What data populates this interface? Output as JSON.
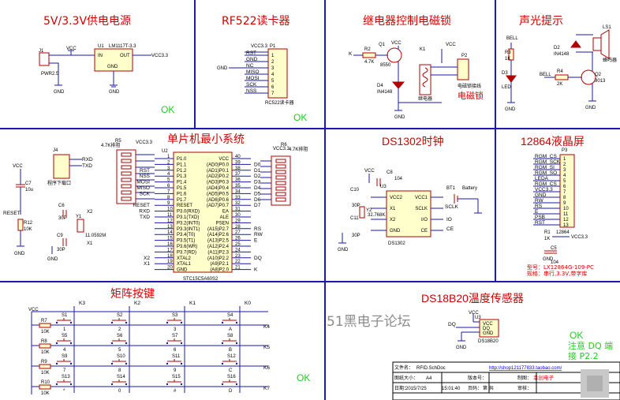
{
  "sections": {
    "power": {
      "title": "5V/3.3V供电电源",
      "ok": "OK"
    },
    "rf522": {
      "title": "RF522读卡器",
      "ok": "OK"
    },
    "relay": {
      "title": "继电器控制电磁锁",
      "lock_label": "电磁锁"
    },
    "sound_light": {
      "title": "声光提示"
    },
    "mcu": {
      "title": "单片机最小系统"
    },
    "ds1302": {
      "title": "DS1302时钟"
    },
    "lcd": {
      "title": "12864液晶屏",
      "note1": "型号：LX12864G-109-PC",
      "note2": "规格：串行,3.3V,带字库"
    },
    "keypad": {
      "title": "矩阵按键",
      "ok": "OK"
    },
    "ds18b20": {
      "title": "DS18B20温度传感器",
      "ok": "OK",
      "note": "注意 DQ 端",
      "note2": "接 P2.2"
    }
  },
  "labels": {
    "vcc": "VCC",
    "gnd": "GND",
    "vcc33": "VCC3.3",
    "u1": "U1",
    "u1_part": "LM1117T-3.3",
    "u1_in": "IN",
    "u1_out": "OUT",
    "u1_gnd": "GND",
    "j1": "J1",
    "j1_part": "PWR2.5",
    "p1": "P1",
    "p1_part": "RC522读卡器",
    "p1_pins": [
      "RST",
      "GND",
      "NC",
      "MISO",
      "MOSI",
      "SCK",
      "NSS"
    ],
    "k": "K",
    "r2": "R2",
    "r2v": "4.7K",
    "q1": "Q1",
    "q1p": "8550",
    "k1": "K1",
    "d4": "D4",
    "d4p": "IN4148",
    "relay_part": "继电器",
    "p2": "P2",
    "p2_part": "电磁锁接线",
    "bell": "BELL",
    "r3": "R3",
    "r3v": "1K",
    "d3": "D3",
    "led": "LED",
    "r4": "R4",
    "r4v": "2K",
    "q2": "Q2",
    "q2p": "9013",
    "d2": "D2",
    "d2p": "IN4148",
    "ls1": "LS1",
    "buzzer": "蜂鸣器",
    "j4": "J4",
    "j4_part": "程序下载口",
    "txd": "TXD",
    "rxd": "RXD",
    "c7": "C7",
    "c7v": "10u",
    "reset": "RESET",
    "r12": "R12",
    "r12v": "10K",
    "c6": "C6",
    "c6v": "30P",
    "c9": "C9",
    "c9v": "30P",
    "y1": "Y1",
    "y1v": "11.0592M",
    "x1": "X1",
    "x2": "X2",
    "r5": "R5",
    "r5v": "4.7K排阻",
    "r6": "R6",
    "r6v": "4.7K排阻",
    "u2": "U2",
    "u2_part": "STC15C5A60S2",
    "u2_left": [
      "P1.0",
      "P1.1",
      "P1.2",
      "P1.3",
      "P1.4",
      "P1.5",
      "P1.6",
      "P1.7",
      "RESET",
      "P3.0(RXD)",
      "P3.1(TXD)",
      "P3.2(INT0)",
      "P3.3(INT1)",
      "P3.4(T0)",
      "P3.5(T1)",
      "P3.6(WR)",
      "P3.7(RD)",
      "XTAL2",
      "XTAL1",
      "GND"
    ],
    "u2_right": [
      "VCC",
      "(AD0)P0.0",
      "(AD1)P0.1",
      "(AD2)P0.2",
      "(AD3)P0.3",
      "(AD4)P0.4",
      "(AD5)P0.5",
      "(AD6)P0.6",
      "(AD7)P0.7",
      "EA",
      "ALE",
      "PSEN",
      "(A15)P2.7",
      "(A14)P2.6",
      "(A13)P2.5",
      "(A12)P2.4",
      "(A11)P2.3",
      "(A10)P2.2",
      "(A9)P2.1",
      "(A8)P2.0"
    ],
    "u2_lnets": [
      "",
      "",
      "RST",
      "NSS",
      "MOSI",
      "MISO",
      "SCK",
      "",
      "RESET",
      "RXD",
      "TXD",
      "",
      "",
      "",
      "",
      "",
      "",
      "X2",
      "X1",
      ""
    ],
    "u2_rnets": [
      "",
      "D0",
      "D1",
      "D2",
      "D3",
      "D4",
      "D5",
      "D6",
      "D7",
      "",
      "",
      "",
      "RS",
      "RW",
      "E",
      "",
      "",
      "DQ",
      "",
      "K"
    ],
    "u3": "U3",
    "u3_part": "DS1302",
    "u3_left": [
      "VCC2",
      "X1",
      "X2",
      "GND"
    ],
    "u3_right": [
      "VCC1",
      "SCLK",
      "I/O",
      "CE"
    ],
    "c8": "C8",
    "c8v": "104",
    "c10": "C10",
    "c10v": "30P",
    "c11": "C11",
    "c11v": "30P",
    "y2": "Y2",
    "y2v": "32.768K",
    "bt1": "BT1",
    "battery": "Battery",
    "sclk": "SCLK",
    "io": "IO",
    "ce": "CE",
    "p3": "P3",
    "p3_part": "12864",
    "p3_pins": [
      "RGM_CS",
      "RGM_SCK",
      "RGM_SI",
      "RGM_SO",
      "LEDA",
      "RGM_CS",
      "VCC3.3",
      "GND",
      "RW",
      "RS",
      "E",
      "PSB",
      "RST"
    ],
    "r1": "R1",
    "r1v": "1K",
    "c5": "C5",
    "c5v": "104",
    "s_labels": [
      "S1",
      "S2",
      "S3",
      "S4",
      "S5",
      "S6",
      "S7",
      "S8",
      "S9",
      "S10",
      "S11",
      "S12",
      "S13",
      "S14",
      "S15",
      "S16"
    ],
    "k_cols": [
      "K3",
      "K2",
      "K1",
      "K0"
    ],
    "k_rows": [
      "K4",
      "K5",
      "K6",
      "K7"
    ],
    "key_chars": [
      "1",
      "2",
      "3",
      "A",
      "4",
      "5",
      "6",
      "B",
      "7",
      "8",
      "9",
      "C",
      "*",
      "0",
      "#",
      "D"
    ],
    "r7": "R7",
    "r8": "R8",
    "r9": "R9",
    "r10": "R10",
    "r_keyv": "10K",
    "u4": "U3",
    "u4_part": "DS18B20",
    "u4_pins": [
      "VCC",
      "DQ",
      "GND"
    ],
    "dq": "DQ",
    "watermark": "51黑电子论坛",
    "tb": {
      "file_label": "文件名：",
      "file": "RFID.SchDoc",
      "link": "http://shop121177833.taobao.com/",
      "size_label": "图纸大小：",
      "size": "A4",
      "version_label": "版本号：",
      "date_label": "日期：",
      "date": "2015/7/25",
      "time": "15:01:40",
      "page_label": "页码：",
      "page": "第    共",
      "maker_label": "制图：",
      "maker": "幸创电子",
      "check_label": "审核："
    }
  },
  "colors": {
    "frame": "#1a1ab0",
    "title": "#d00000",
    "ok": "#22cc22",
    "wire": "#1a1aa8",
    "comp": "#b00000"
  }
}
